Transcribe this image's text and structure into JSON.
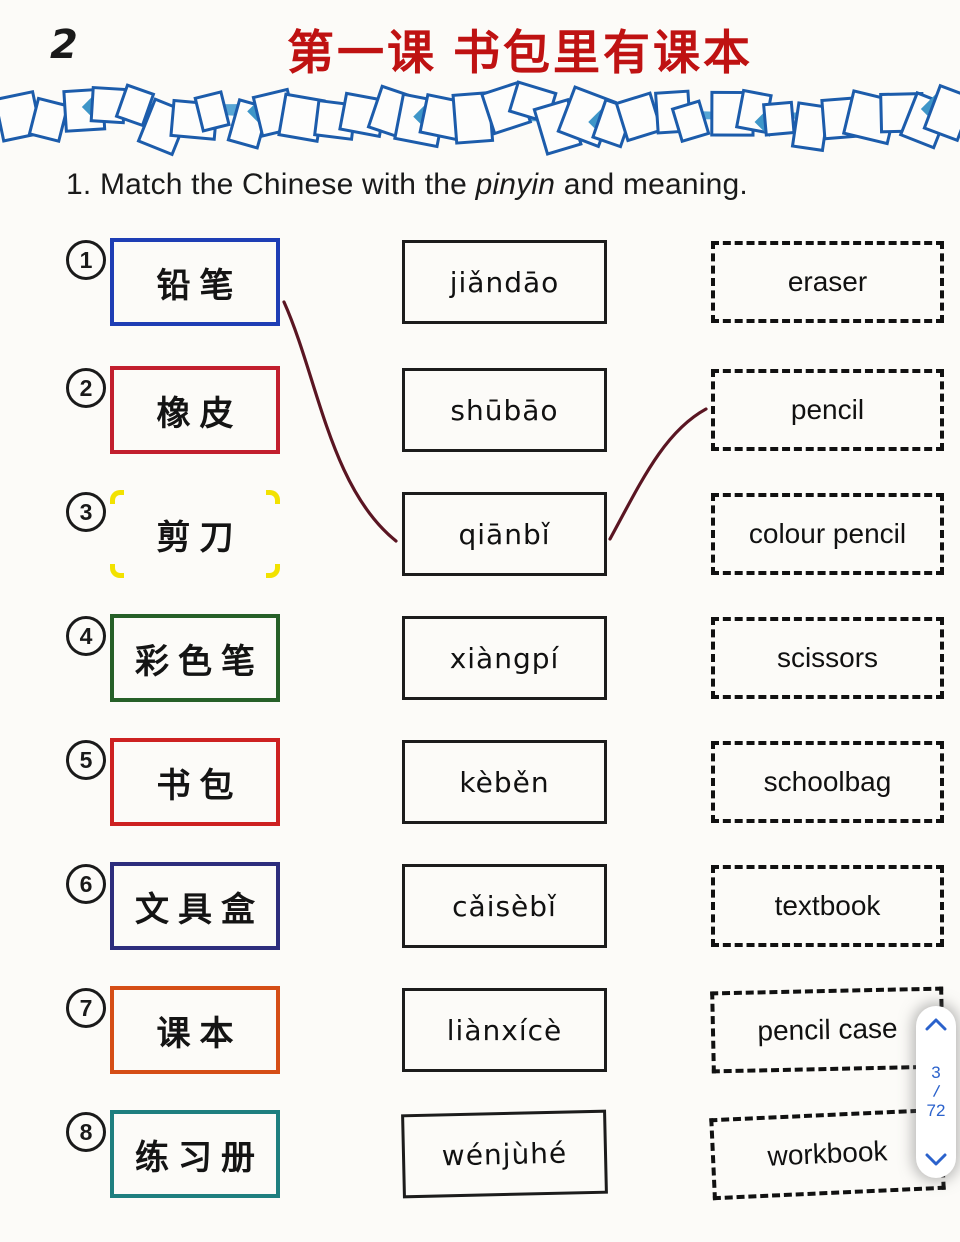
{
  "page": {
    "number": "2",
    "title": "第一课 书包里有课本",
    "instruction_prefix": "1. Match the Chinese with the ",
    "instruction_italic": "pinyin",
    "instruction_suffix": " and meaning."
  },
  "rows": [
    {
      "num": "1",
      "hanzi": "铅笔",
      "pinyin": "jiǎndāo",
      "meaning": "eraser",
      "box_color": "#1e3eb5",
      "box_style": "solid"
    },
    {
      "num": "2",
      "hanzi": "橡皮",
      "pinyin": "shūbāo",
      "meaning": "pencil",
      "box_color": "#c21f2e",
      "box_style": "solid"
    },
    {
      "num": "3",
      "hanzi": "剪刀",
      "pinyin": "qiānbǐ",
      "meaning": "colour pencil",
      "box_color": "#f2e200",
      "box_style": "corners"
    },
    {
      "num": "4",
      "hanzi": "彩色笔",
      "pinyin": "xiàngpí",
      "meaning": "scissors",
      "box_color": "#266028",
      "box_style": "solid"
    },
    {
      "num": "5",
      "hanzi": "书包",
      "pinyin": "kèběn",
      "meaning": "schoolbag",
      "box_color": "#cd2121",
      "box_style": "solid"
    },
    {
      "num": "6",
      "hanzi": "文具盒",
      "pinyin": "cǎisèbǐ",
      "meaning": "textbook",
      "box_color": "#2d2d7d",
      "box_style": "solid"
    },
    {
      "num": "7",
      "hanzi": "课本",
      "pinyin": "liànxícè",
      "meaning": "pencil case",
      "box_color": "#d54e16",
      "box_style": "solid"
    },
    {
      "num": "8",
      "hanzi": "练习册",
      "pinyin": "wénjùhé",
      "meaning": "workbook",
      "box_color": "#1e7f7f",
      "box_style": "solid"
    }
  ],
  "connections": [
    {
      "from": "hanzi 铅笔",
      "to": "pinyin qiānbǐ"
    },
    {
      "from": "pinyin qiānbǐ",
      "to": "meaning pencil"
    }
  ],
  "pager": {
    "current": "3",
    "separator": "/",
    "total": "72"
  },
  "colors": {
    "title_red": "#bf1212",
    "connector_maroon": "#5a1522",
    "band_outline_blue": "#1c5cab",
    "band_ribbon_blue": "#57a6d5",
    "band_fill_blue": "#3e96c8",
    "pager_accent_blue": "#2b62cc",
    "pinyin_border_black": "#1c1c1c"
  }
}
